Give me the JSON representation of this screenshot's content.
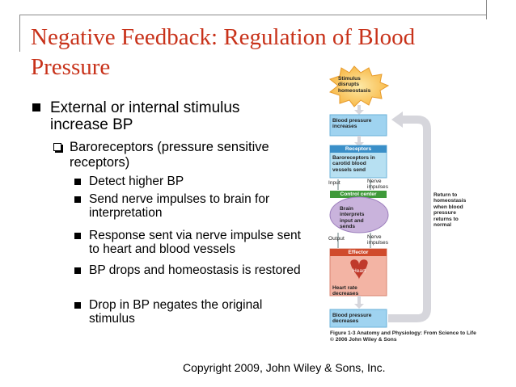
{
  "slide": {
    "title": "Negative Feedback: Regulation of Blood Pressure",
    "bullet_1": "External or internal stimulus increase BP",
    "bullet_2": "Baroreceptors (pressure sensitive receptors)",
    "sub_bullets": [
      "Detect higher BP",
      "Send nerve impulses to brain for interpretation",
      "Response sent via nerve impulse sent to heart and blood vessels",
      "BP drops and homeostasis is restored",
      "Drop in BP negates the original stimulus"
    ],
    "copyright": "Copyright 2009, John Wiley & Sons, Inc."
  },
  "figure": {
    "stimulus": "Stimulus disrupts homeostasis",
    "bp_increases": "Blood pressure increases",
    "receptors_header": "Receptors",
    "receptors_text": "Baroreceptors in carotid blood vessels send",
    "input": "Input",
    "nerve_impulses_1": "Nerve impulses",
    "control_header": "Control center",
    "brain_text": "Brain interprets input and sends",
    "output": "Output",
    "nerve_impulses_2": "Nerve impulses",
    "effector_header": "Effector",
    "heart": "Heart",
    "heart_rate": "Heart rate decreases",
    "bp_decreases": "Blood pressure decreases",
    "return_text": "Return to homeostasis when blood pressure returns to normal",
    "caption_line1": "Figure 1-3 Anatomy and Physiology: From Science to Life",
    "caption_line2": "© 2006 John Wiley & Sons",
    "colors": {
      "title": "#c8321a",
      "stimulus_star": "#f7b23b",
      "blue_box": "#9fd3f0",
      "green_box": "#b7ddb0",
      "purple_box": "#c9b3dc",
      "effector_box": "#f3b4a4",
      "loop_arrow": "#d6d6dc"
    }
  }
}
